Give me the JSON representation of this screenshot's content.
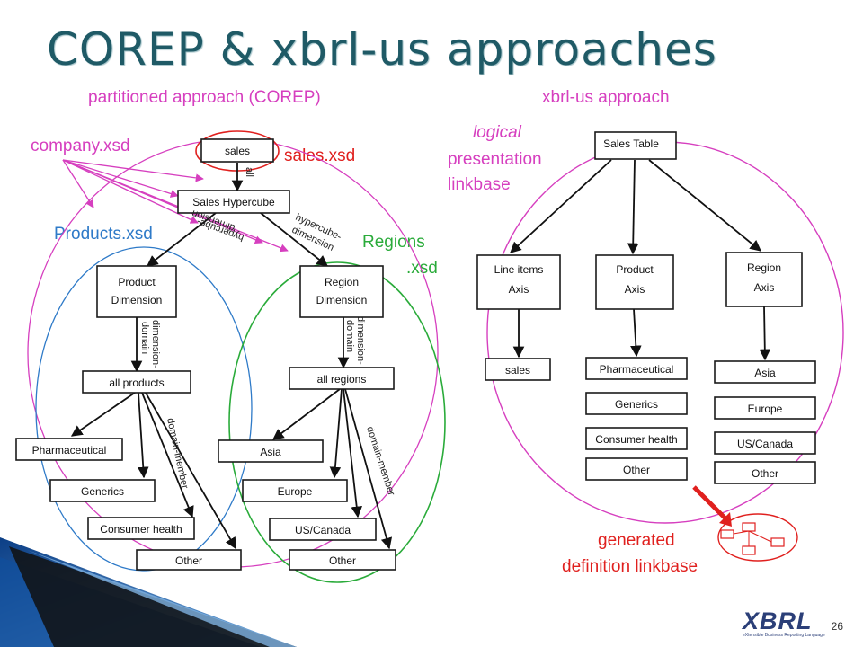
{
  "title": "COREP & xbrl-us approaches",
  "page_number": "26",
  "labels": {
    "partitioned": "partitioned approach (COREP)",
    "xbrlus": "xbrl-us approach",
    "company": "company.xsd",
    "sales_xsd": "sales.xsd",
    "products_xsd": "Products.xsd",
    "regions_1": "Regions",
    "regions_2": ".xsd",
    "logical": "logical",
    "presentation": "presentation",
    "linkbase": "linkbase",
    "generated": "generated",
    "definition_linkbase": "definition linkbase"
  },
  "left_diagram": {
    "sales": "sales",
    "hypercube": "Sales Hypercube",
    "product_dim_1": "Product",
    "product_dim_2": "Dimension",
    "region_dim_1": "Region",
    "region_dim_2": "Dimension",
    "all_products": "all products",
    "all_regions": "all regions",
    "products": [
      "Pharmaceutical",
      "Generics",
      "Consumer health",
      "Other"
    ],
    "regions": [
      "Asia",
      "Europe",
      "US/Canada",
      "Other"
    ],
    "edge_all": "all",
    "edge_hd_1": "hypercube-",
    "edge_hd_2": "dimension",
    "edge_dd_1": "dimension-",
    "edge_dd_2": "domain",
    "edge_dm": "domain-member"
  },
  "right_diagram": {
    "sales_table": "Sales Table",
    "line_items_1": "Line items",
    "line_items_2": "Axis",
    "product_axis_1": "Product",
    "product_axis_2": "Axis",
    "region_axis_1": "Region",
    "region_axis_2": "Axis",
    "sales": "sales",
    "products": [
      "Pharmaceutical",
      "Generics",
      "Consumer health",
      "Other"
    ],
    "regions": [
      "Asia",
      "Europe",
      "US/Canada",
      "Other"
    ]
  },
  "logo": {
    "text": "XBRL",
    "subtitle": "eXtensible Business Reporting Language"
  },
  "colors": {
    "title": "#1f5a66",
    "pink": "#d63fbf",
    "red": "#e0201e",
    "blue": "#2e7ac8",
    "green": "#2aab3a",
    "deco_blue": "#1b5fae"
  }
}
